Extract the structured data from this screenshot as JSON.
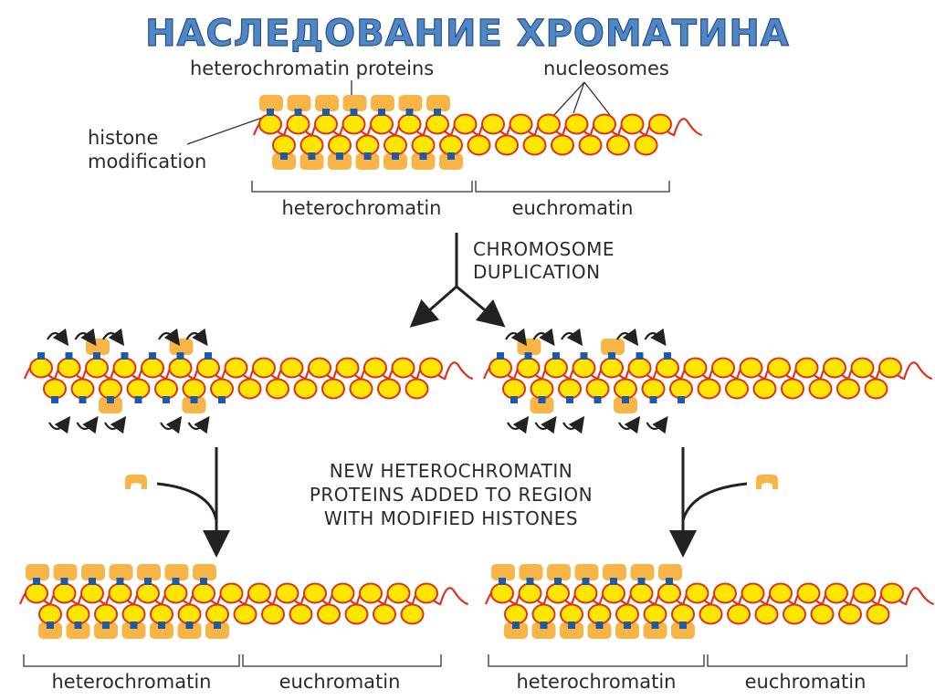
{
  "title": "НАСЛЕДОВАНИЕ ХРОМАТИНА",
  "labels": {
    "heterochromatin_proteins": "heterochromatin proteins",
    "nucleosomes": "nucleosomes",
    "histone_modification_line1": "histone",
    "histone_modification_line2": "modification",
    "heterochromatin": "heterochromatin",
    "euchromatin": "euchromatin"
  },
  "steps": {
    "duplication_line1": "CHROMOSOME",
    "duplication_line2": "DUPLICATION",
    "new_proteins_line1": "NEW HETEROCHROMATIN",
    "new_proteins_line2": "PROTEINS ADDED TO REGION",
    "new_proteins_line3": "WITH MODIFIED HISTONES"
  },
  "colors": {
    "nucleosome_fill": "#ffe600",
    "nucleosome_stroke": "#e0301e",
    "dna": "#e0301e",
    "protein": "#f7b548",
    "modification": "#1e5aa8",
    "arrow": "#222222",
    "title": "#4f86c6"
  },
  "icons": [
    "curved-arrow-icon",
    "down-arrow-icon",
    "fork-arrow-icon",
    "protein-icon"
  ]
}
